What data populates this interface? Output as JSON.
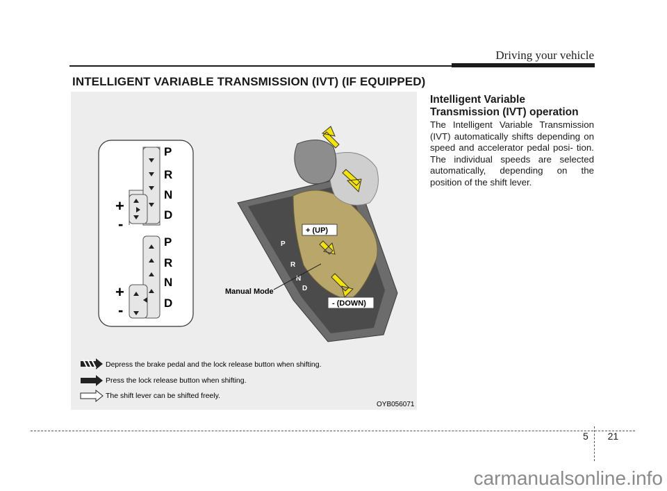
{
  "header": {
    "section_title": "Driving your vehicle"
  },
  "section_heading": "INTELLIGENT VARIABLE TRANSMISSION (IVT) (IF EQUIPPED)",
  "figure": {
    "gate_top": {
      "letters": [
        "P",
        "R",
        "N",
        "D"
      ],
      "plus": "+",
      "minus": "-"
    },
    "gate_bottom": {
      "letters": [
        "P",
        "R",
        "N",
        "D"
      ],
      "plus": "+",
      "minus": "-"
    },
    "callout_up": "+ (UP)",
    "callout_down": "- (DOWN)",
    "callout_manual": "Manual Mode",
    "console_letters": [
      "P",
      "R",
      "N",
      "D"
    ],
    "legend": [
      "Depress the brake pedal and the lock release button when shifting.",
      "Press the lock release button when shifting.",
      "The shift lever can be shifted freely."
    ],
    "figure_code": "OYB056071"
  },
  "subheading": "Intelligent Variable Transmission (IVT) operation",
  "body": "The Intelligent Variable Transmission (IVT) automatically shifts depending on speed and accelerator pedal posi- tion. The individual speeds are selected automatically, depending on the position of the shift lever.",
  "footer": {
    "chapter": "5",
    "page": "21"
  },
  "watermark": "carmanualsonline.info"
}
